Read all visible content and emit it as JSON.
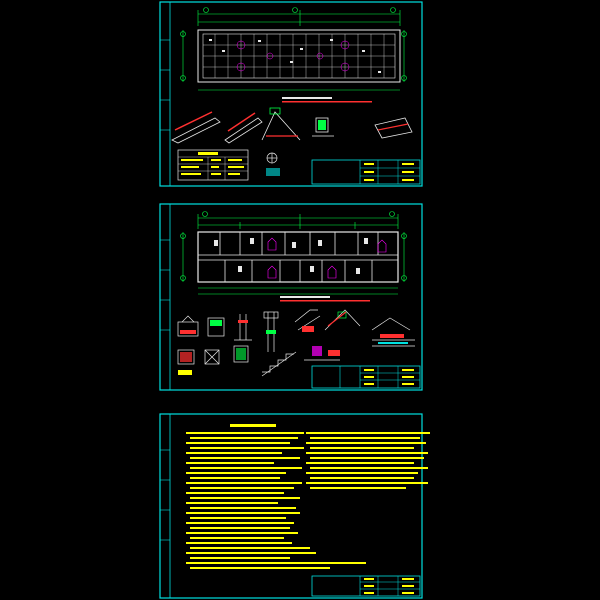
{
  "colors": {
    "background": "#000000",
    "frame": "#00e0e0",
    "drawing": "#e8e8e8",
    "note_text": "#ffff00",
    "dimension": "#00ff44",
    "hatch": "#ff3030",
    "accent": "#ff00ff"
  },
  "sheets": [
    {
      "name": "roof-plan-sheet"
    },
    {
      "name": "floor-plan-sheet"
    },
    {
      "name": "design-notes-sheet"
    }
  ]
}
